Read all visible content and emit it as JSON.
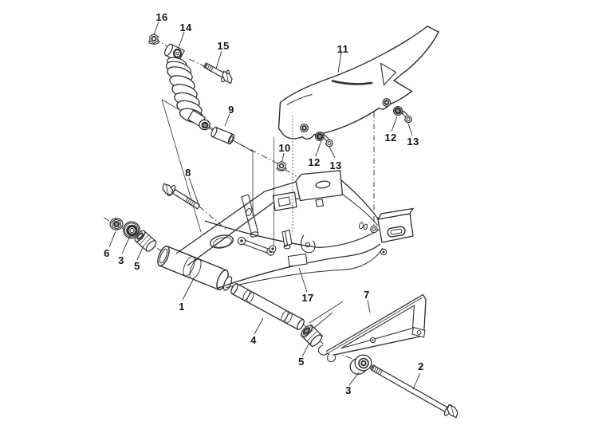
{
  "diagram": {
    "kind": "exploded-parts-diagram",
    "subject": "motorcycle rear swingarm assembly",
    "background_color": "#ffffff",
    "line_color": "#2e2e2e",
    "label_color": "#141414",
    "callouts": [
      {
        "ref": "16",
        "part": "shock-upper-nut"
      },
      {
        "ref": "14",
        "part": "rear-shock-absorber"
      },
      {
        "ref": "15",
        "part": "shock-upper-bolt"
      },
      {
        "ref": "9",
        "part": "shock-collar"
      },
      {
        "ref": "11",
        "part": "chain-guard"
      },
      {
        "ref": "12",
        "part": "guard-grommet-front"
      },
      {
        "ref": "13",
        "part": "guard-screw-front"
      },
      {
        "ref": "12",
        "part": "guard-grommet-rear"
      },
      {
        "ref": "13",
        "part": "guard-screw-rear"
      },
      {
        "ref": "10",
        "part": "mount-nut"
      },
      {
        "ref": "8",
        "part": "pivot-bolt"
      },
      {
        "ref": "6",
        "part": "pivot-nut"
      },
      {
        "ref": "3",
        "part": "pivot-bearing"
      },
      {
        "ref": "5",
        "part": "pivot-collar-left"
      },
      {
        "ref": "1",
        "part": "swingarm"
      },
      {
        "ref": "17",
        "part": "caution-label"
      },
      {
        "ref": "4",
        "part": "pivot-shaft"
      },
      {
        "ref": "5",
        "part": "collar-rear"
      },
      {
        "ref": "7",
        "part": "chain-guide"
      },
      {
        "ref": "3",
        "part": "guide-roller"
      },
      {
        "ref": "2",
        "part": "guide-axle-bolt"
      }
    ]
  }
}
